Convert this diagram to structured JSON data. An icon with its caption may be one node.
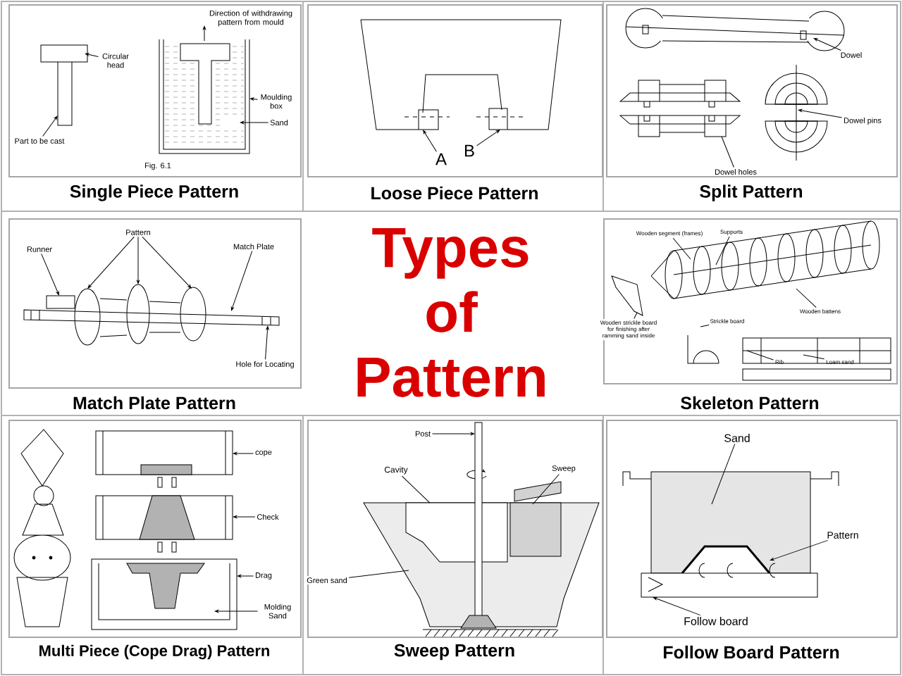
{
  "diagram": {
    "title": "Types of Pattern",
    "nodes": [
      {
        "text": [
          "Single Piece Pattern"
        ]
      },
      {
        "text": [
          "Circular head"
        ],
        "in": 39
      },
      {
        "text": [
          "Part to be cast"
        ],
        "in": 0
      },
      {
        "text": [
          "Moulding box"
        ],
        "in": 0
      },
      {
        "text": [
          "Sand"
        ],
        "in": 0
      },
      {
        "text": [
          "Loose Piece Pattern"
        ]
      },
      {
        "text": [
          "A"
        ],
        "in": 5
      },
      {
        "text": [
          "B"
        ],
        "in": 5
      },
      {
        "text": [
          "Split Pattern"
        ]
      },
      {
        "text": [
          "Dowel"
        ],
        "in": 8
      },
      {
        "text": [
          "Dowel pins"
        ],
        "in": 8
      },
      {
        "text": [
          "Dowel holes"
        ],
        "in": 8
      },
      {
        "text": [
          "Match Plate Pattern"
        ]
      },
      {
        "text": [
          "Runner"
        ],
        "in": 12
      },
      {
        "text": [
          "Pattern"
        ],
        "in": 12
      },
      {
        "text": [
          "Match Plate"
        ],
        "in": 12
      },
      {
        "text": [
          "Hole for Locating"
        ],
        "in": 12
      },
      {
        "text": [
          "Skeleton Pattern"
        ]
      },
      {
        "text": [
          "Wooden segment (frames)"
        ],
        "in": 43
      },
      {
        "text": [
          "Supports"
        ],
        "in": 43
      },
      {
        "text": [
          "Wooden battens"
        ],
        "in": 43
      },
      {
        "text": [
          "Wooden strickle board for finishing after ramming sand inside"
        ],
        "in": 17
      },
      {
        "text": [
          "Strickle board"
        ],
        "in": 43
      },
      {
        "text": [
          "Rib"
        ],
        "in": 43
      },
      {
        "text": [
          "Loam sand"
        ],
        "in": 43
      },
      {
        "text": [
          "Multi Piece (Cope Drag) Pattern"
        ]
      },
      {
        "text": [
          "cope"
        ],
        "in": 25
      },
      {
        "text": [
          "Check"
        ],
        "in": 25
      },
      {
        "text": [
          "Drag"
        ],
        "in": 25
      },
      {
        "text": [
          "Molding Sand"
        ],
        "in": 25
      },
      {
        "text": [
          "Sweep Pattern"
        ]
      },
      {
        "text": [
          "Post"
        ],
        "in": 30
      },
      {
        "text": [
          "Cavity"
        ],
        "in": 30
      },
      {
        "text": [
          "Sweep"
        ],
        "in": 30
      },
      {
        "text": [
          "Green sand"
        ],
        "in": 30
      },
      {
        "text": [
          "Follow Board Pattern"
        ]
      },
      {
        "text": [
          "Sand"
        ],
        "in": 35
      },
      {
        "text": [
          "Pattern"
        ],
        "in": 35
      },
      {
        "text": [
          "Follow board"
        ],
        "in": 35
      },
      {
        "text": [],
        "shape": "picture",
        "in": 0
      },
      {
        "text": [],
        "shape": "picture",
        "in": 5
      },
      {
        "text": [],
        "shape": "picture",
        "in": 8
      },
      {
        "text": [],
        "shape": "picture",
        "in": 12
      },
      {
        "text": [],
        "shape": "picture",
        "in": 17
      },
      {
        "text": [],
        "shape": "picture",
        "in": 25
      },
      {
        "text": [],
        "shape": "picture",
        "in": 30
      },
      {
        "text": [],
        "shape": "picture",
        "in": 35
      }
    ],
    "edges": [
      {
        "from": 1,
        "to": 39,
        "arrow": "to"
      },
      {
        "from": 2,
        "to": 39,
        "arrow": "to"
      },
      {
        "from": 3,
        "to": 39,
        "arrow": "to"
      },
      {
        "from": 4,
        "to": 39,
        "arrow": "to"
      },
      {
        "from": 6,
        "to": 40,
        "arrow": "to"
      },
      {
        "from": 7,
        "to": 40,
        "arrow": "to"
      },
      {
        "from": 9,
        "to": 41,
        "arrow": "to"
      },
      {
        "from": 10,
        "to": 41,
        "arrow": "to"
      },
      {
        "from": 11,
        "to": 41,
        "arrow": "none"
      },
      {
        "from": 13,
        "to": 42,
        "arrow": "to"
      },
      {
        "from": 14,
        "to": 42,
        "arrow": "to"
      },
      {
        "from": 14,
        "to": 42,
        "arrow": "to"
      },
      {
        "from": 14,
        "to": 42,
        "arrow": "to"
      },
      {
        "from": 15,
        "to": 42,
        "arrow": "to"
      },
      {
        "from": 16,
        "to": 42,
        "arrow": "to"
      },
      {
        "from": 18,
        "to": 43,
        "arrow": "none"
      },
      {
        "from": 19,
        "to": 43,
        "arrow": "none"
      },
      {
        "from": 20,
        "to": 43,
        "arrow": "none"
      },
      {
        "from": 21,
        "to": 43,
        "arrow": "none"
      },
      {
        "from": 22,
        "to": 43,
        "arrow": "none"
      },
      {
        "from": 23,
        "to": 43,
        "arrow": "none"
      },
      {
        "from": 24,
        "to": 43,
        "arrow": "none"
      },
      {
        "from": 26,
        "to": 44,
        "arrow": "to"
      },
      {
        "from": 27,
        "to": 44,
        "arrow": "to"
      },
      {
        "from": 28,
        "to": 44,
        "arrow": "to"
      },
      {
        "from": 29,
        "to": 44,
        "arrow": "to"
      },
      {
        "from": 31,
        "to": 45,
        "arrow": "to"
      },
      {
        "from": 32,
        "to": 45,
        "arrow": "none"
      },
      {
        "from": 33,
        "to": 45,
        "arrow": "none"
      },
      {
        "from": 34,
        "to": 45,
        "arrow": "none"
      },
      {
        "from": 36,
        "to": 46,
        "arrow": "none"
      },
      {
        "from": 37,
        "to": 46,
        "arrow": "to"
      },
      {
        "from": 38,
        "to": 46,
        "arrow": "to"
      }
    ],
    "labels": [
      "Direction of withdrawing pattern from mould",
      "Fig. 6.1"
    ]
  }
}
